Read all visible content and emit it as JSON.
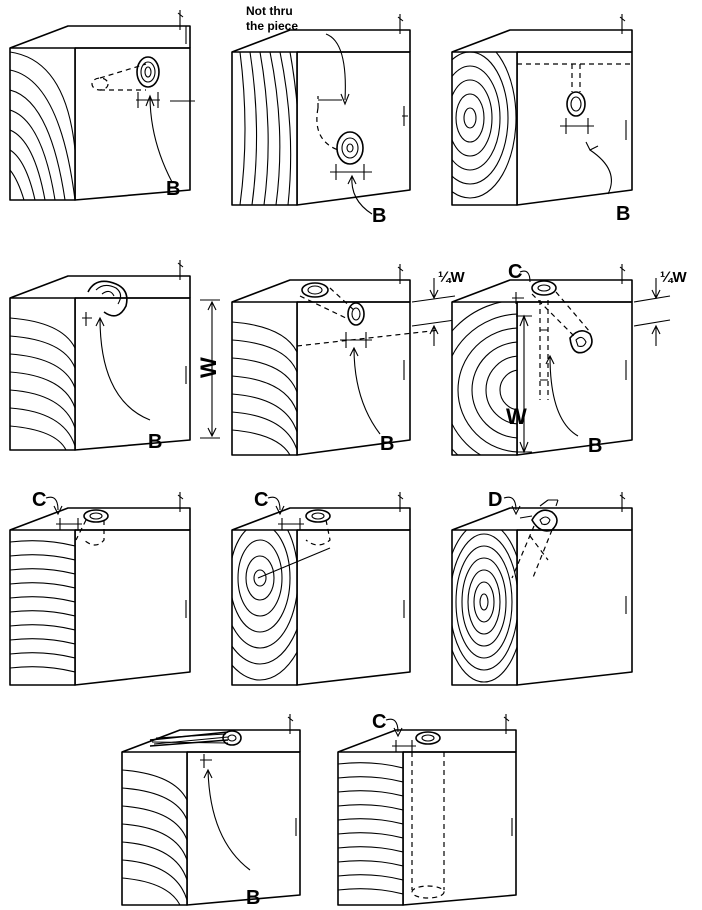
{
  "labels": {
    "b": "B",
    "c": "C",
    "d": "D",
    "w": "W",
    "quarter_w": "¼W"
  },
  "notes": {
    "not_thru_line1": "Not thru",
    "not_thru_line2": "the piece"
  }
}
